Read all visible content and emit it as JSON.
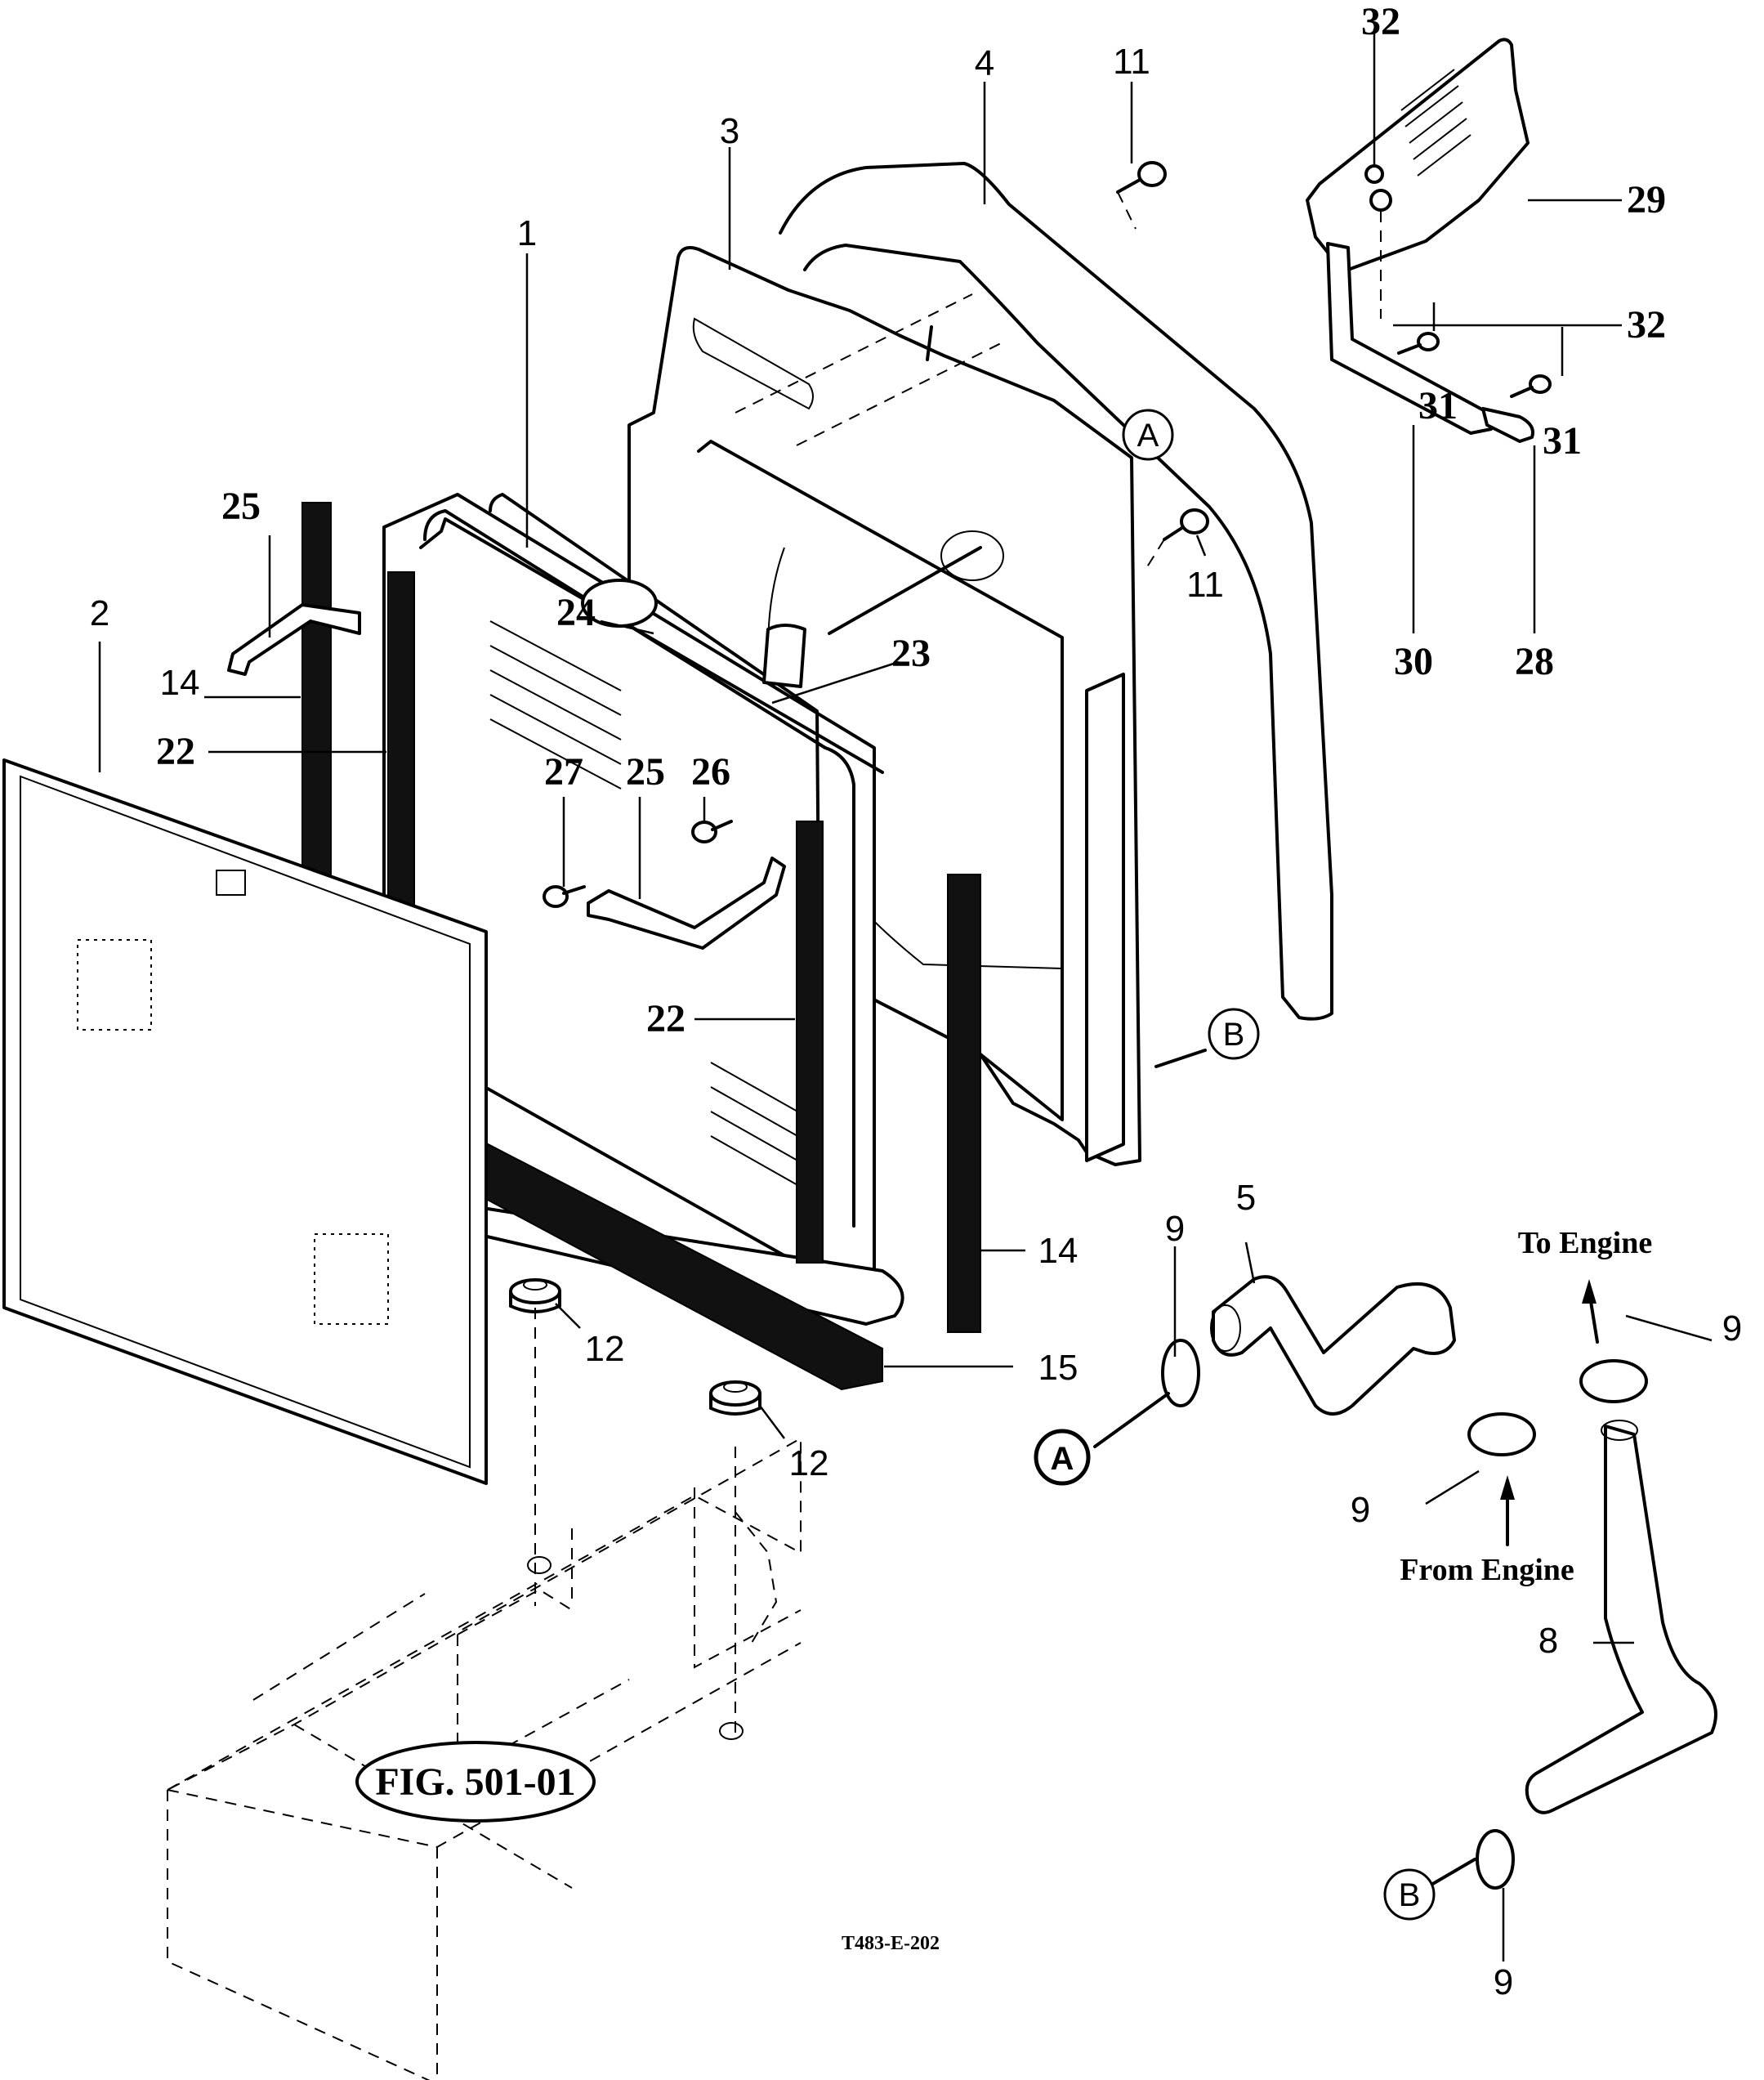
{
  "figure": {
    "title": "FIG. 501-01",
    "reference_code": "T483-E-202"
  },
  "callouts": {
    "c1": "1",
    "c2": "2",
    "c3": "3",
    "c4": "4",
    "c5": "5",
    "c8": "8",
    "c9a": "9",
    "c9b": "9",
    "c9c": "9",
    "c9d": "9",
    "c11a": "11",
    "c11b": "11",
    "c12a": "12",
    "c12b": "12",
    "c14a": "14",
    "c14b": "14",
    "c15": "15",
    "c22a": "22",
    "c22b": "22",
    "c23": "23",
    "c24": "24",
    "c25a": "25",
    "c25b": "25",
    "c26": "26",
    "c27": "27",
    "c28": "28",
    "c29": "29",
    "c30": "30",
    "c31a": "31",
    "c31b": "31",
    "c32a": "32",
    "c32b": "32"
  },
  "connection_markers": {
    "a_shroud": "A",
    "b_shroud": "B",
    "a_hose": "A",
    "b_hose": "B"
  },
  "flow_notes": {
    "to_engine": "To Engine",
    "from_engine": "From Engine"
  }
}
